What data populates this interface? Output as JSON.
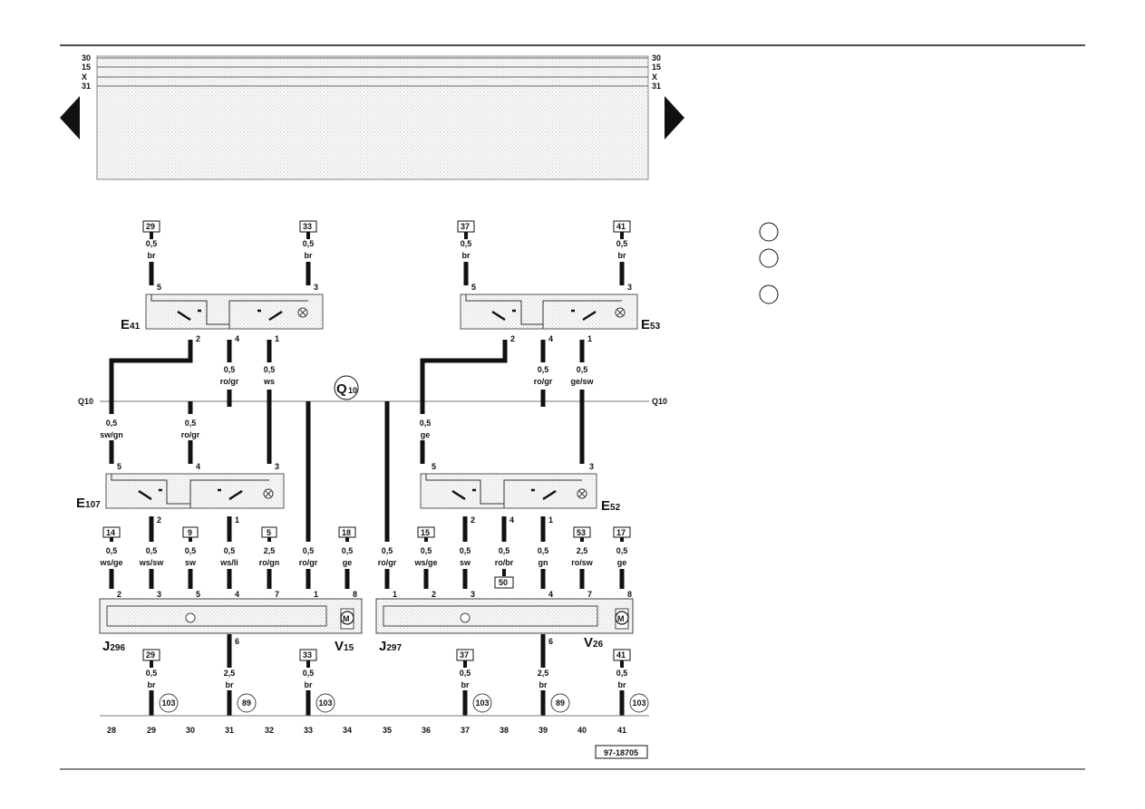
{
  "bus": {
    "left": [
      "30",
      "15",
      "X",
      "31"
    ],
    "right": [
      "30",
      "15",
      "X",
      "31"
    ]
  },
  "q10_label": "Q10",
  "q10_ring": {
    "main": "Q",
    "sub": "10"
  },
  "figure_id": "97-18705",
  "ground_refs": [
    "28",
    "29",
    "30",
    "31",
    "32",
    "33",
    "34",
    "35",
    "36",
    "37",
    "38",
    "39",
    "40",
    "41"
  ],
  "components": {
    "E41": {
      "main": "E",
      "sub": "41"
    },
    "E53": {
      "main": "E",
      "sub": "53"
    },
    "E107": {
      "main": "E",
      "sub": "107"
    },
    "E52": {
      "main": "E",
      "sub": "52"
    },
    "J296": {
      "main": "J",
      "sub": "296"
    },
    "V15": {
      "main": "V",
      "sub": "15"
    },
    "J297": {
      "main": "J",
      "sub": "297"
    },
    "V26": {
      "main": "V",
      "sub": "26"
    }
  },
  "motor_label": "M",
  "wires": {
    "top_e41_5": {
      "ref": "29",
      "size": "0,5",
      "color": "br",
      "pin": "5"
    },
    "top_e41_3": {
      "ref": "33",
      "size": "0,5",
      "color": "br",
      "pin": "3"
    },
    "top_e53_5": {
      "ref": "37",
      "size": "0,5",
      "color": "br",
      "pin": "5"
    },
    "top_e53_3": {
      "ref": "41",
      "size": "0,5",
      "color": "br",
      "pin": "3"
    },
    "e41_pin2": {
      "pin": "2"
    },
    "e41_pin4": {
      "pin": "4",
      "size": "0,5",
      "color": "ro/gr"
    },
    "e41_pin1": {
      "pin": "1",
      "size": "0,5",
      "color": "ws"
    },
    "e53_pin2": {
      "pin": "2"
    },
    "e53_pin4": {
      "pin": "4",
      "size": "0,5",
      "color": "ro/gr"
    },
    "e53_pin1": {
      "pin": "1",
      "size": "0,5",
      "color": "ge/sw"
    },
    "e107_in5": {
      "pin": "5",
      "size": "0,5",
      "color": "sw/gn"
    },
    "e107_in4": {
      "pin": "4",
      "size": "0,5",
      "color": "ro/gr"
    },
    "e107_in3": {
      "pin": "3"
    },
    "e52_in5": {
      "pin": "5",
      "size": "0,5",
      "color": "ge"
    },
    "e52_in3": {
      "pin": "3"
    },
    "e107_out2": {
      "pin": "2"
    },
    "e107_out1": {
      "pin": "1"
    },
    "e52_out2": {
      "pin": "2"
    },
    "e52_out4": {
      "pin": "4"
    },
    "e52_out1": {
      "pin": "1"
    },
    "j296_2": {
      "ref": "14",
      "size": "0,5",
      "color": "ws/ge",
      "pin": "2"
    },
    "j296_3": {
      "size": "0,5",
      "color": "ws/sw",
      "pin": "3"
    },
    "j296_5": {
      "ref": "9",
      "size": "0,5",
      "color": "sw",
      "pin": "5"
    },
    "j296_4": {
      "size": "0,5",
      "color": "ws/li",
      "pin": "4"
    },
    "j296_7": {
      "ref": "5",
      "size": "2,5",
      "color": "ro/gn",
      "pin": "7"
    },
    "j296_1": {
      "size": "0,5",
      "color": "ro/gr",
      "pin": "1"
    },
    "j296_8": {
      "ref": "18",
      "size": "0,5",
      "color": "ge",
      "pin": "8"
    },
    "j297_1": {
      "size": "0,5",
      "color": "ro/gr",
      "pin": "1"
    },
    "j297_2": {
      "ref": "15",
      "size": "0,5",
      "color": "ws/ge",
      "pin": "2"
    },
    "j297_3": {
      "size": "0,5",
      "color": "sw",
      "pin": "3"
    },
    "e52_rb": {
      "size": "0,5",
      "color": "ro/br",
      "ref": "50"
    },
    "j297_4": {
      "size": "0,5",
      "color": "gn",
      "pin": "4"
    },
    "j297_7": {
      "ref": "53",
      "size": "2,5",
      "color": "ro/sw",
      "pin": "7"
    },
    "j297_8": {
      "ref": "17",
      "size": "0,5",
      "color": "ge",
      "pin": "8"
    },
    "bot_29": {
      "ref": "29",
      "size": "0,5",
      "color": "br",
      "ground": "103"
    },
    "bot_31": {
      "pin": "6",
      "size": "2,5",
      "color": "br",
      "ground": "89"
    },
    "bot_33": {
      "ref": "33",
      "size": "0,5",
      "color": "br",
      "ground": "103"
    },
    "bot_37": {
      "ref": "37",
      "size": "0,5",
      "color": "br",
      "ground": "103"
    },
    "bot_39": {
      "pin": "6",
      "size": "2,5",
      "color": "br",
      "ground": "89"
    },
    "bot_41": {
      "ref": "41",
      "size": "0,5",
      "color": "br",
      "ground": "103"
    }
  }
}
